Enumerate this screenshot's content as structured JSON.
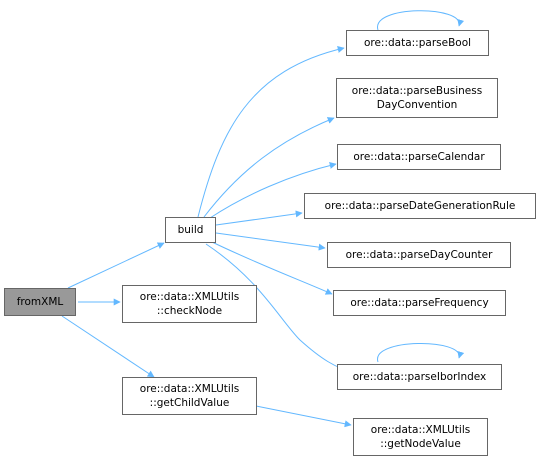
{
  "nodes": {
    "fromXML": {
      "lines": [
        "fromXML"
      ]
    },
    "build": {
      "lines": [
        "build"
      ]
    },
    "checkNode": {
      "lines": [
        "ore::data::XMLUtils",
        "::checkNode"
      ]
    },
    "getChildValue": {
      "lines": [
        "ore::data::XMLUtils",
        "::getChildValue"
      ]
    },
    "parseBool": {
      "lines": [
        "ore::data::parseBool"
      ]
    },
    "parseBDC": {
      "lines": [
        "ore::data::parseBusiness",
        "DayConvention"
      ]
    },
    "parseCalendar": {
      "lines": [
        "ore::data::parseCalendar"
      ]
    },
    "parseDGR": {
      "lines": [
        "ore::data::parseDateGenerationRule"
      ]
    },
    "parseDayCounter": {
      "lines": [
        "ore::data::parseDayCounter"
      ]
    },
    "parseFrequency": {
      "lines": [
        "ore::data::parseFrequency"
      ]
    },
    "parseIborIndex": {
      "lines": [
        "ore::data::parseIborIndex"
      ]
    },
    "getNodeValue": {
      "lines": [
        "ore::data::XMLUtils",
        "::getNodeValue"
      ]
    }
  },
  "colors": {
    "edge": "#63b8ff",
    "root_fill": "#999999",
    "node_border": "#666666"
  }
}
